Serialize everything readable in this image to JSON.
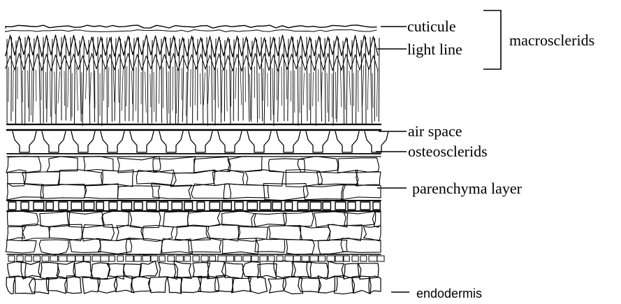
{
  "diagram": {
    "labels": {
      "cuticule": "cuticule",
      "light_line": "light line",
      "macrosclerids": "macrosclerids",
      "air_space": "air space",
      "osteosclerids": "osteosclerids",
      "parenchyma_layer": "parenchyma layer",
      "endodermis": "endodermis"
    },
    "stroke_color": "#000000",
    "background_color": "#ffffff"
  }
}
